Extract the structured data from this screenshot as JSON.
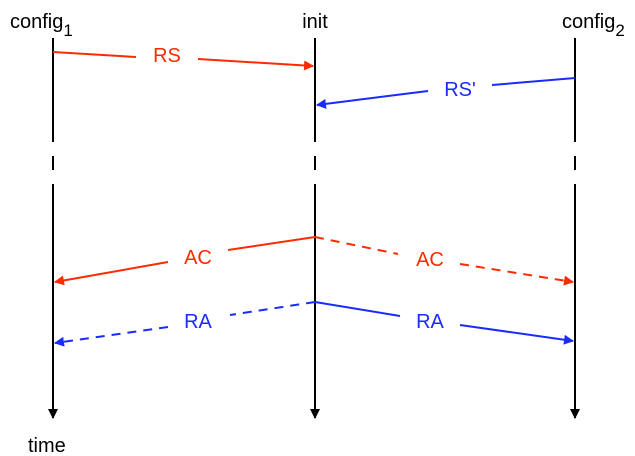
{
  "colors": {
    "timeline": "#000000",
    "red": "#ff2a00",
    "blue": "#1a2bff"
  },
  "nodes": [
    {
      "id": "config1",
      "name": "config",
      "subscript": "1"
    },
    {
      "id": "init",
      "name": "init",
      "subscript": ""
    },
    {
      "id": "config2",
      "name": "config",
      "subscript": "2"
    }
  ],
  "time_label": "time",
  "messages": [
    {
      "id": "rs",
      "label": "RS",
      "color": "red",
      "style": "solid"
    },
    {
      "id": "rs-prime",
      "label": "RS'",
      "color": "blue",
      "style": "solid"
    },
    {
      "id": "ac-left",
      "label": "AC",
      "color": "red",
      "style": "solid"
    },
    {
      "id": "ac-right",
      "label": "AC",
      "color": "red",
      "style": "dashed"
    },
    {
      "id": "ra-left",
      "label": "RA",
      "color": "blue",
      "style": "dashed"
    },
    {
      "id": "ra-right",
      "label": "RA",
      "color": "blue",
      "style": "solid"
    }
  ]
}
